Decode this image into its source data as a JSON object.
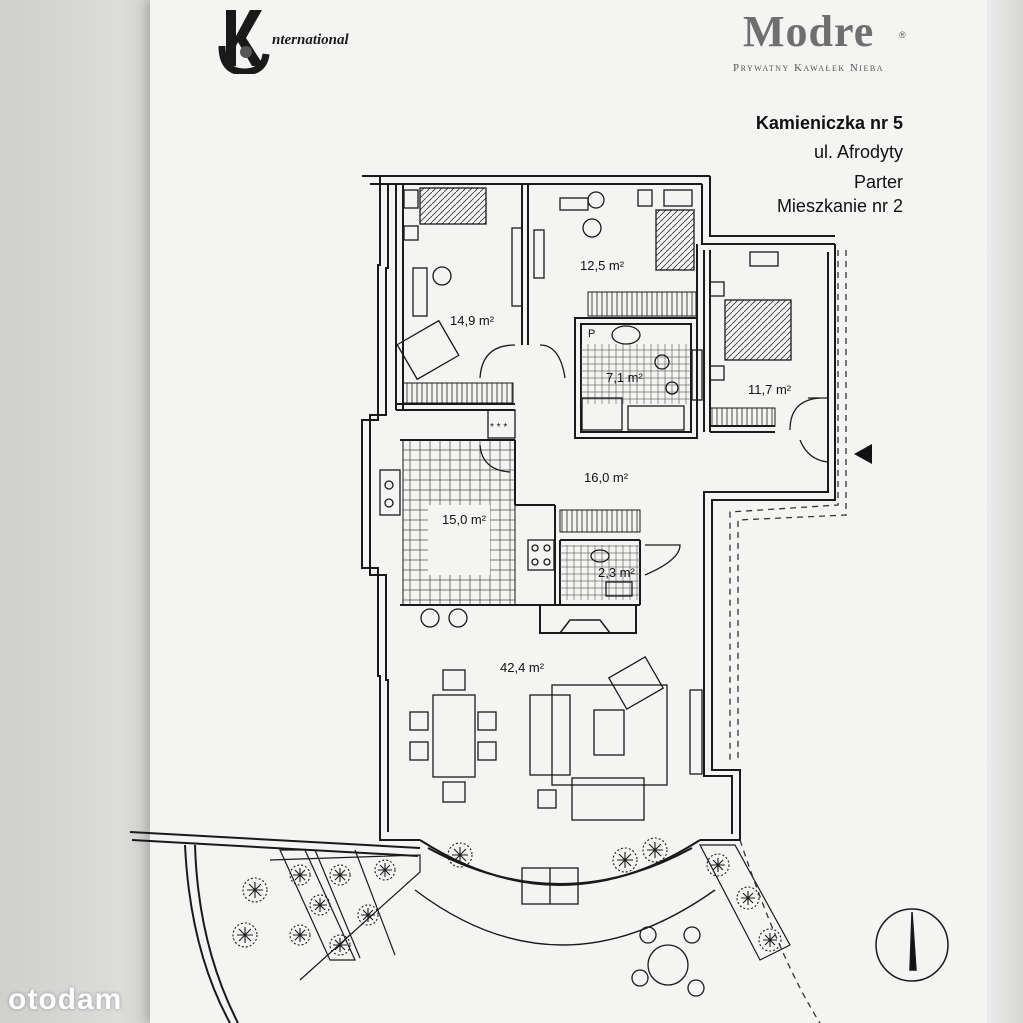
{
  "logo": {
    "brand_text": "nternational",
    "brand_letters": "KC"
  },
  "developer": {
    "name": "Modre",
    "reg_mark": "®",
    "tagline": "Prywatny Kawałek Nieba"
  },
  "address": {
    "building": "Kamieniczka nr 5",
    "street": "ul. Afrodyty",
    "floor": "Parter",
    "apartment": "Mieszkanie nr 2"
  },
  "rooms": [
    {
      "area": "14,9 m²"
    },
    {
      "area": "12,5 m²"
    },
    {
      "area": "7,1 m²"
    },
    {
      "area": "11,7 m²"
    },
    {
      "area": "16,0 m²"
    },
    {
      "area": "15,0 m²"
    },
    {
      "area": "2,3 m²"
    },
    {
      "area": "42,4 m²"
    }
  ],
  "plan_marks": {
    "closet": "P",
    "stove": "* * *"
  },
  "watermark": "otodam",
  "colors": {
    "paper": "#f4f4f2",
    "ink": "#1a1a1a",
    "background": "#e3e3e1"
  }
}
